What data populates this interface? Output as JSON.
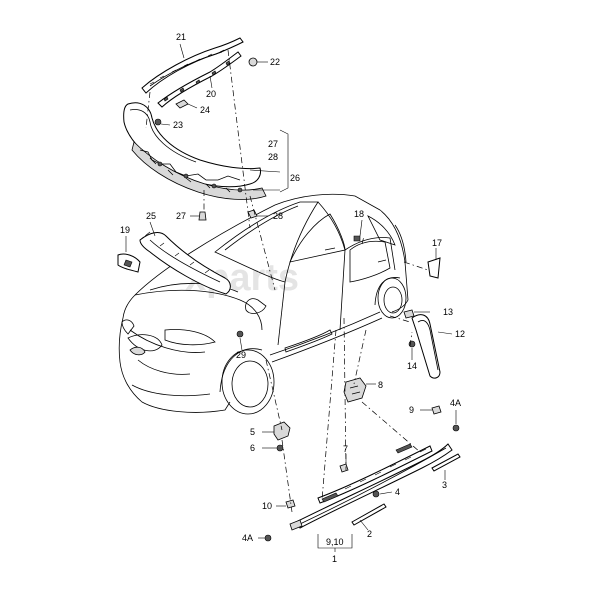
{
  "callouts": {
    "c21": "21",
    "c22": "22",
    "c20": "20",
    "c24": "24",
    "c23": "23",
    "c27a": "27",
    "c28a": "28",
    "c26": "26",
    "c27b": "27",
    "c28b": "28",
    "c25": "25",
    "c19": "19",
    "c18": "18",
    "c17": "17",
    "c13": "13",
    "c12": "12",
    "c14": "14",
    "c29": "29",
    "c8": "8",
    "c9": "9",
    "c4A_top": "4A",
    "c5": "5",
    "c6": "6",
    "c7": "7",
    "c3": "3",
    "c4": "4",
    "c10": "10",
    "c4A_bot": "4A",
    "c2": "2",
    "c910": "9,10",
    "c1": "1"
  },
  "watermark": "xparts"
}
